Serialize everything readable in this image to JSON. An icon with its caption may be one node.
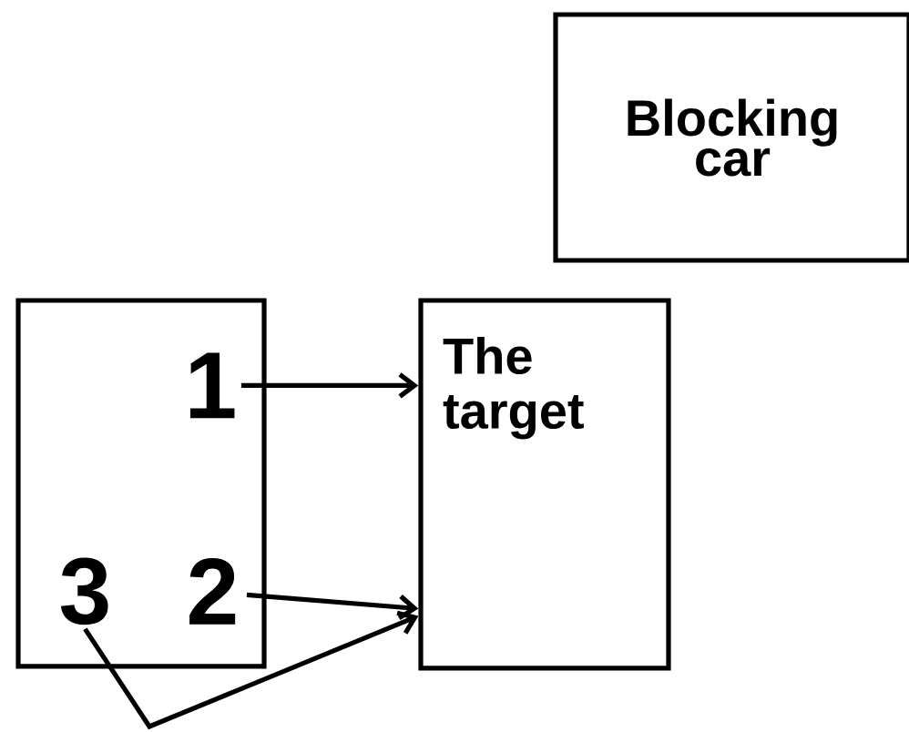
{
  "diagram": {
    "nodes": [
      {
        "text": [
          "Blocking car"
        ]
      },
      {
        "text": [],
        "shape": "box"
      },
      {
        "text": [
          "1"
        ],
        "in": 1
      },
      {
        "text": [
          "2"
        ],
        "in": 1
      },
      {
        "text": [
          "3"
        ],
        "in": 1
      },
      {
        "text": [
          "The target"
        ]
      }
    ],
    "edges": [
      {
        "from": 2,
        "to": 5,
        "arrow": "to"
      },
      {
        "from": 3,
        "to": 5,
        "arrow": "to"
      },
      {
        "from": 4,
        "to": 5,
        "arrow": "to"
      }
    ]
  }
}
